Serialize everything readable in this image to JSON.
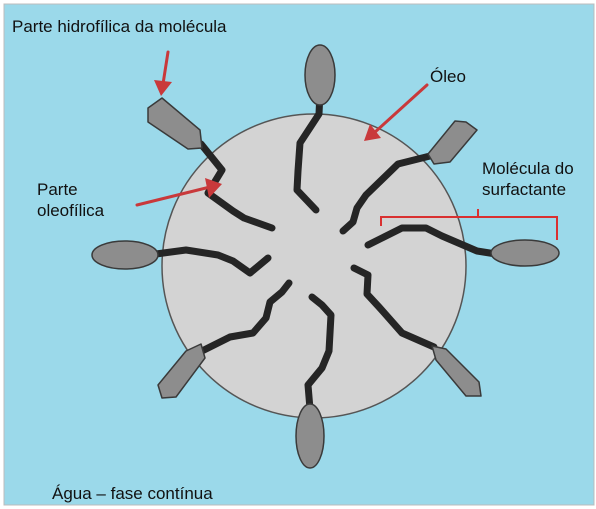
{
  "labels": {
    "hydrophilic_part": "Parte hidrofílica da molécula",
    "oleophilic_part_line1": "Parte",
    "oleophilic_part_line2": "oleofílica",
    "oil": "Óleo",
    "surfactant_line1": "Molécula do",
    "surfactant_line2": "surfactante",
    "water": "Água – fase contínua"
  },
  "colors": {
    "water": "#9bd9ea",
    "oil_droplet": "#d3d3d3",
    "tail": "#252525",
    "head": "#8d8d8d",
    "arrow": "#c9393b",
    "bracket": "#d93030"
  },
  "surfactant_count": 8
}
